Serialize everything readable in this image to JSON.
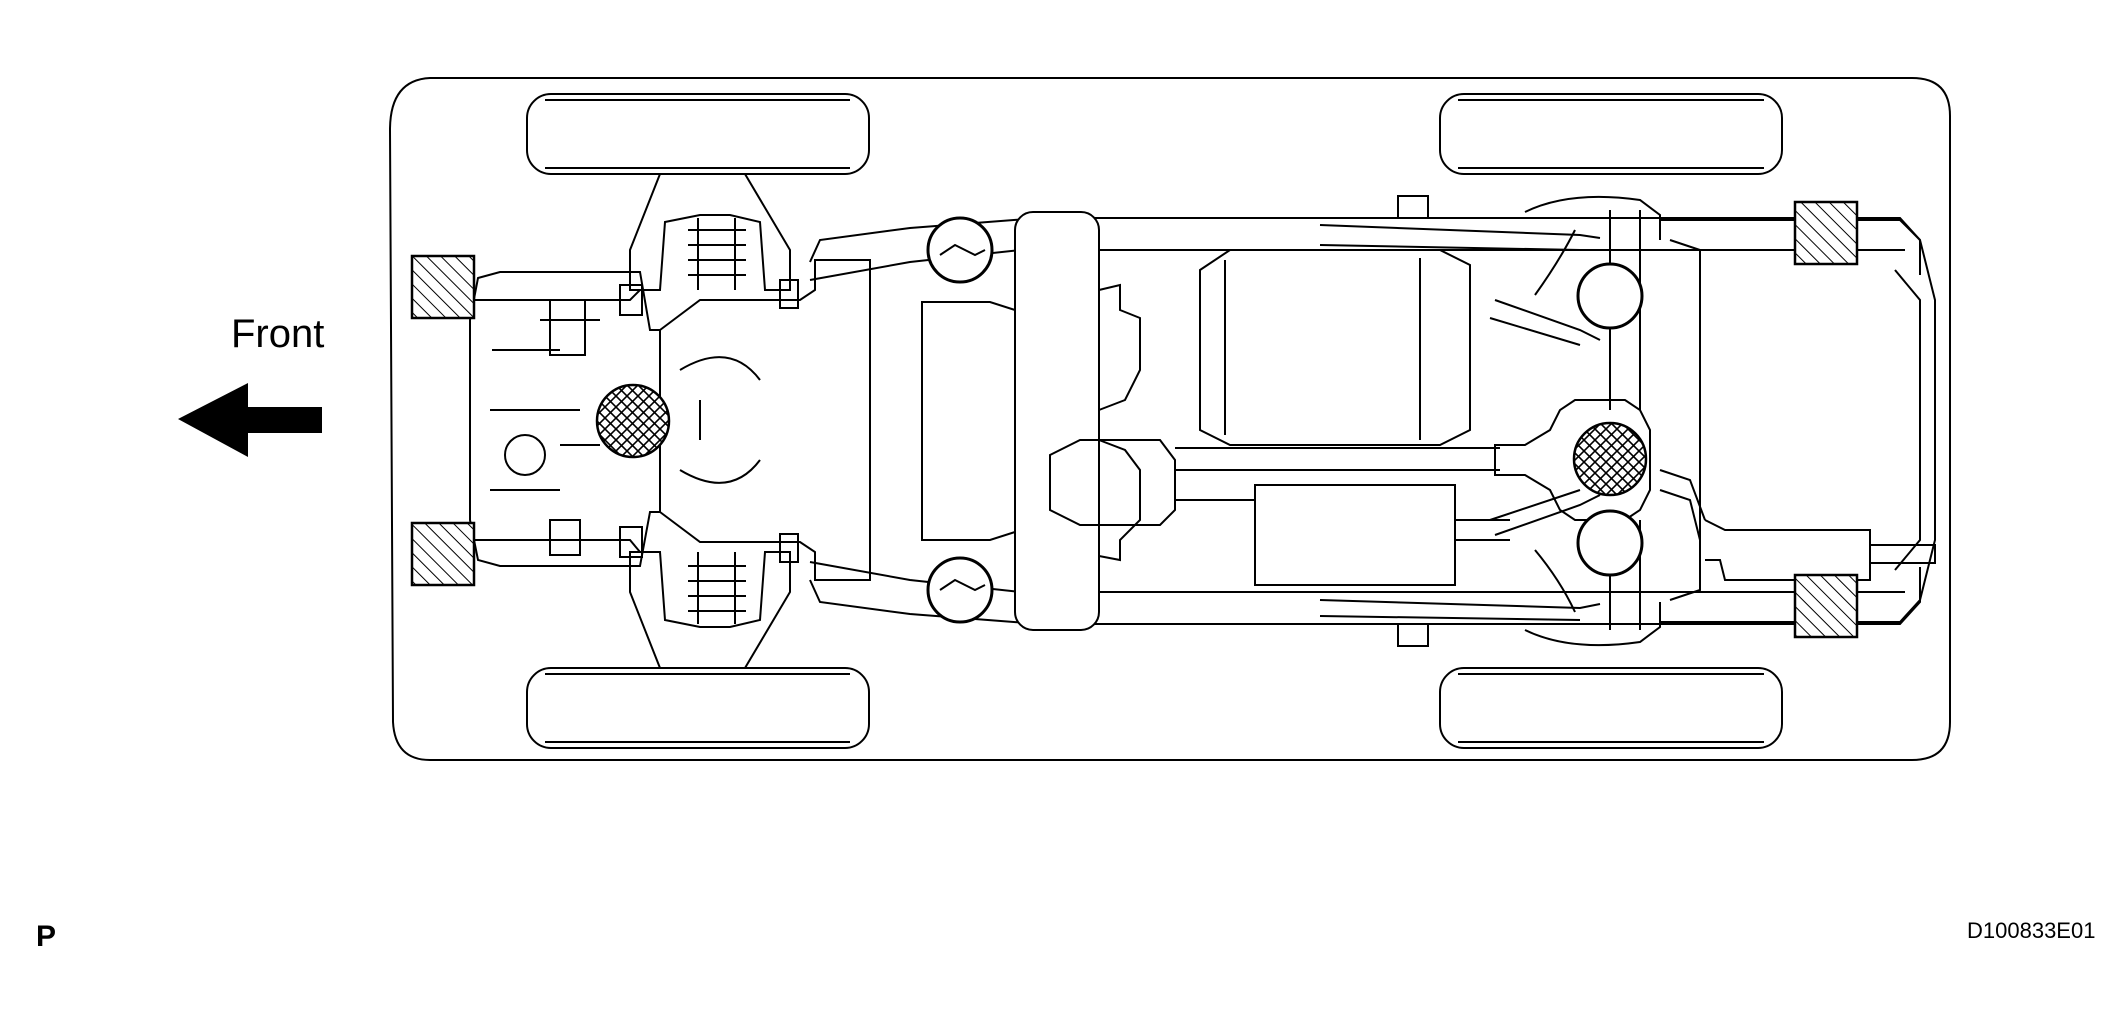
{
  "labels": {
    "front": "Front",
    "corner_mark": "P",
    "figure_code": "D100833E01"
  },
  "colors": {
    "line": "#000000",
    "background": "#ffffff",
    "jack_pad_fill": "#aaaaaa"
  },
  "icons": {
    "direction": "arrow-left-icon"
  }
}
